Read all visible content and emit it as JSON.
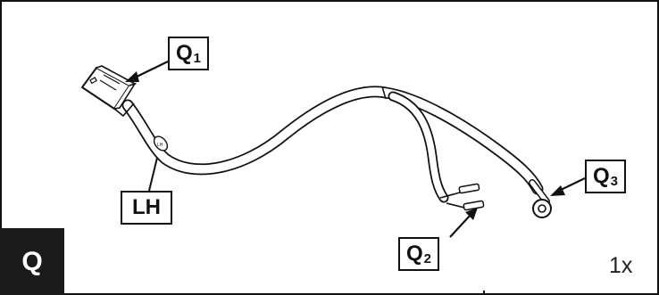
{
  "part_letter": "Q",
  "quantity": "1x",
  "callouts": {
    "q1": {
      "main": "Q",
      "sub": "1"
    },
    "q2": {
      "main": "Q",
      "sub": "2"
    },
    "q3": {
      "main": "Q",
      "sub": "3"
    },
    "lh": {
      "main": "LH"
    }
  },
  "wire_label_text": "LH",
  "colors": {
    "ink": "#111111",
    "tab_background": "#1a1a1a",
    "tab_text": "#ffffff",
    "background": "#ffffff"
  }
}
